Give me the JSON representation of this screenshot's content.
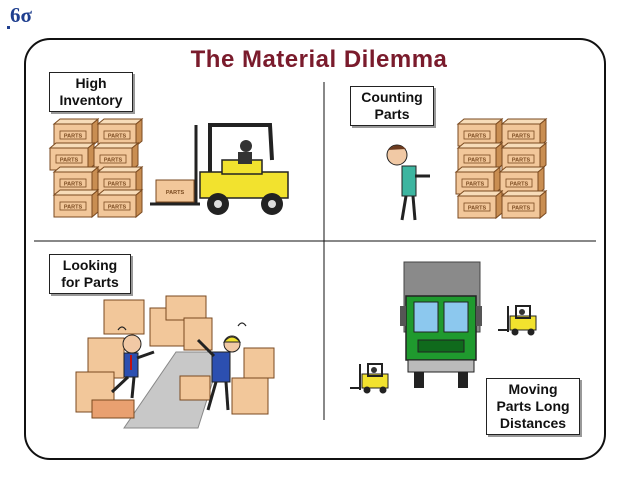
{
  "logo": "6σ",
  "title": "The Material Dilemma",
  "quadrants": [
    {
      "label_line1": "High",
      "label_line2": "Inventory"
    },
    {
      "label_line1": "Counting",
      "label_line2": "Parts"
    },
    {
      "label_line1": "Looking",
      "label_line2": "for Parts"
    },
    {
      "label_line1": "Moving",
      "label_line2": "Parts Long",
      "label_line3": "Distances"
    }
  ],
  "box_label": "PARTS",
  "colors": {
    "title": "#7a1b2c",
    "forklift": "#f2e22e",
    "truck": "#1f9a2e",
    "box": "#f2c79a",
    "logo": "#1f3f8f"
  },
  "icons": [
    "forklift-icon",
    "worker-pointing-icon",
    "confused-workers-icon",
    "truck-icon"
  ]
}
